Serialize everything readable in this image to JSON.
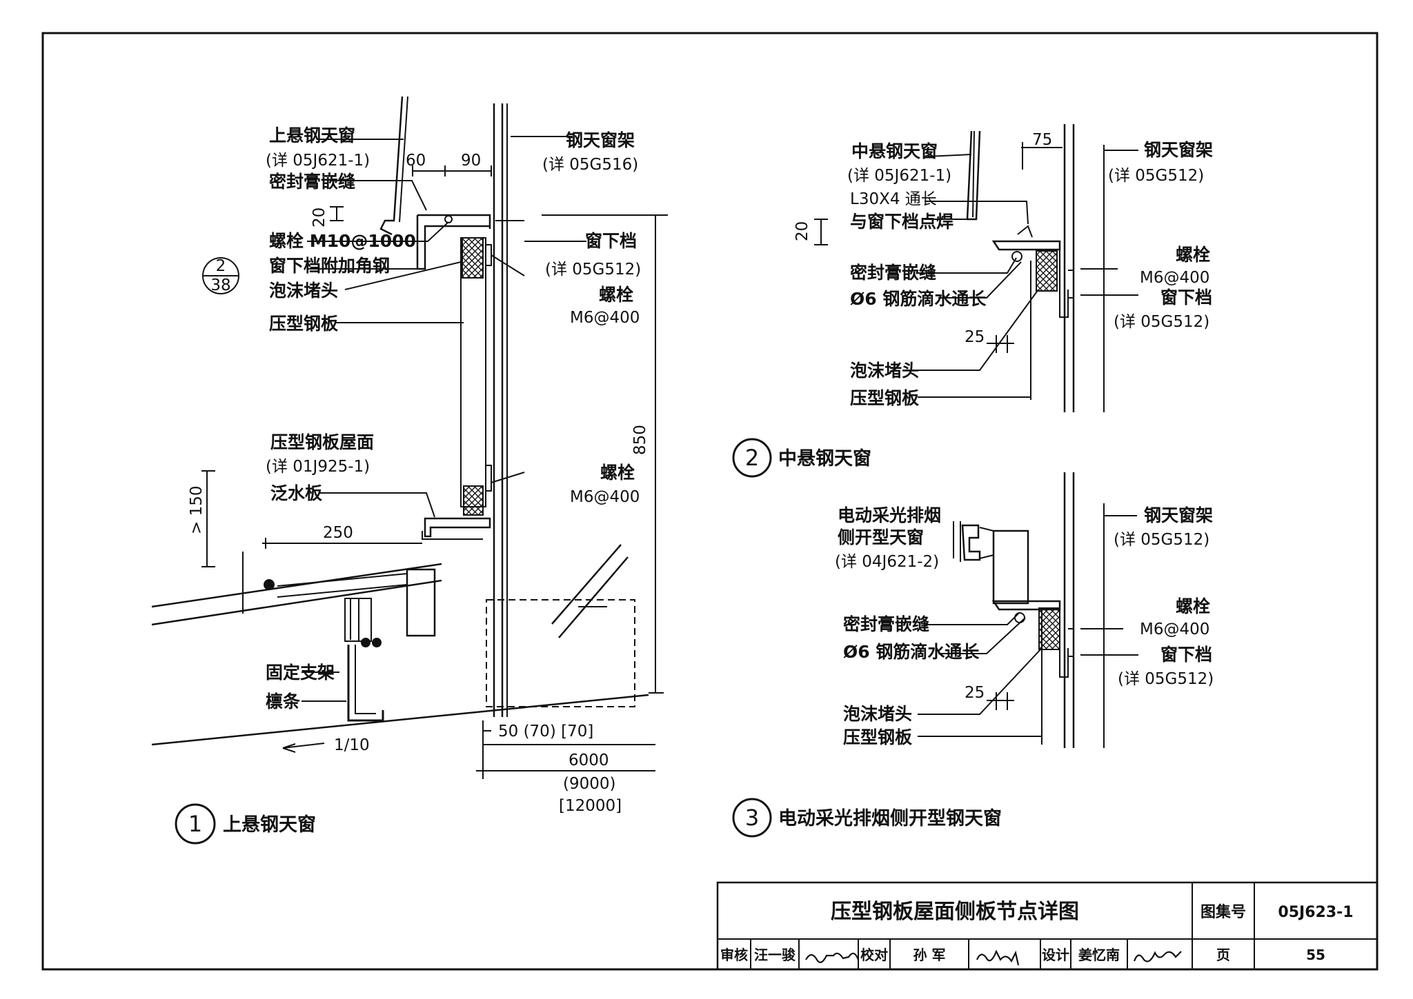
{
  "detail1": {
    "number": "1",
    "title": "上悬钢天窗",
    "labels": {
      "window_name": "上悬钢天窗",
      "window_ref": "(详 05J621-1)",
      "sealant": "密封膏嵌缝",
      "bolt_m10": "螺栓 M10@1000",
      "sill_angle": "窗下档附加角钢",
      "foam_plug": "泡沫堵头",
      "profiled_sheet": "压型钢板",
      "frame_name": "钢天窗架",
      "frame_ref": "(详 05G516)",
      "sill_name": "窗下档",
      "sill_ref": "(详 05G512)",
      "bolt_a": "螺栓",
      "bolt_a_spec": "M6@400",
      "roof_name": "压型钢板屋面",
      "roof_ref": "(详 01J925-1)",
      "flashing": "泛水板",
      "bolt_b": "螺栓",
      "bolt_b_spec": "M6@400",
      "support": "固定支架",
      "purlin": "檩条",
      "ref_top": "2",
      "ref_bottom": "38"
    },
    "dims": {
      "d60": "60",
      "d90": "90",
      "d20": "20",
      "d850": "850",
      "d150": "> 150",
      "d250": "250",
      "slope": "1/10",
      "d50": "50 (70) [70]",
      "d6000": "6000",
      "d9000": "(9000)",
      "d12000": "[12000]"
    }
  },
  "detail2": {
    "number": "2",
    "title": "中悬钢天窗",
    "labels": {
      "window_name": "中悬钢天窗",
      "window_ref": "(详 05J621-1)",
      "angle": "L30X4 通长",
      "weld": "与窗下档点焊",
      "frame_name": "钢天窗架",
      "frame_ref": "(详 05G512)",
      "bolt": "螺栓",
      "bolt_spec": "M6@400",
      "sealant": "密封膏嵌缝",
      "rebar": "Ø6 钢筋滴水通长",
      "sill_name": "窗下档",
      "sill_ref": "(详 05G512)",
      "foam_plug": "泡沫堵头",
      "profiled_sheet": "压型钢板"
    },
    "dims": {
      "d75": "75",
      "d20": "20",
      "d25": "25"
    }
  },
  "detail3": {
    "number": "3",
    "title": "电动采光排烟侧开型钢天窗",
    "labels": {
      "window_line1": "电动采光排烟",
      "window_line2": "侧开型天窗",
      "window_ref": "(详 04J621-2)",
      "frame_name": "钢天窗架",
      "frame_ref": "(详 05G512)",
      "bolt": "螺栓",
      "bolt_spec": "M6@400",
      "sealant": "密封膏嵌缝",
      "rebar": "Ø6 钢筋滴水通长",
      "sill_name": "窗下档",
      "sill_ref": "(详 05G512)",
      "foam_plug": "泡沫堵头",
      "profiled_sheet": "压型钢板"
    },
    "dims": {
      "d25": "25"
    }
  },
  "title_block": {
    "drawing_title": "压型钢板屋面侧板节点详图",
    "atlas_label": "图集号",
    "atlas_no": "05J623-1",
    "review_label": "审核",
    "reviewer": "汪一骏",
    "check_label": "校对",
    "checker": "孙 军",
    "design_label": "设计",
    "designer": "姜忆南",
    "page_label": "页",
    "page_no": "55"
  }
}
